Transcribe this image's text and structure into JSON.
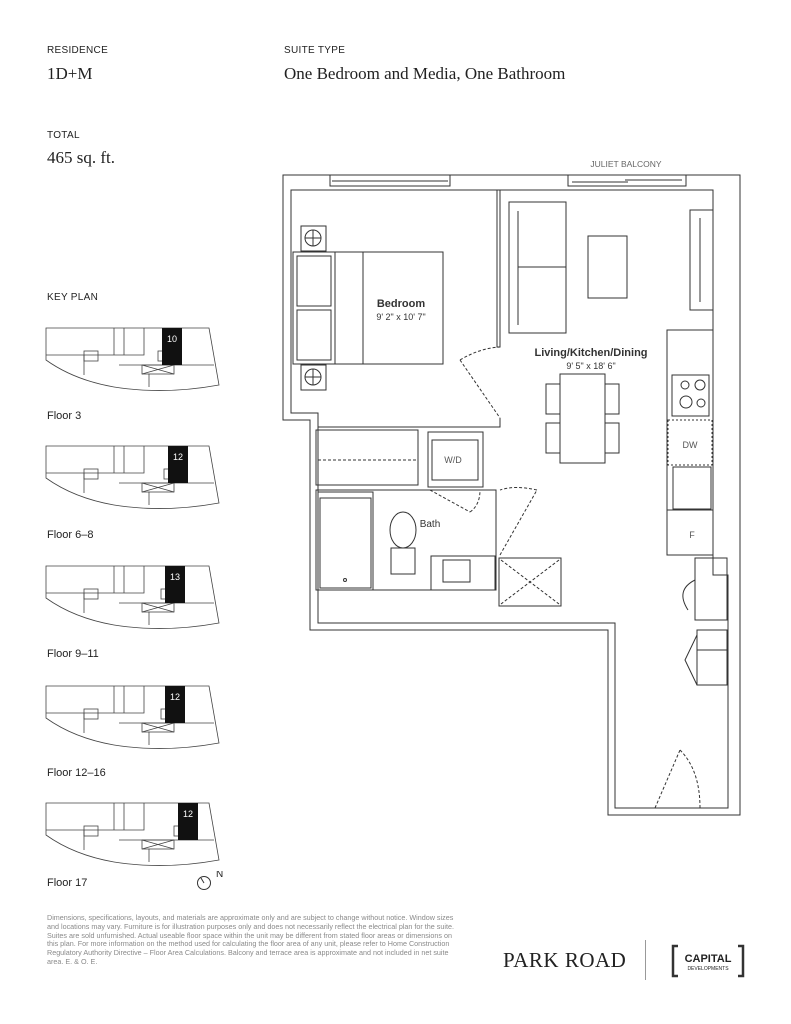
{
  "header": {
    "residence_label": "RESIDENCE",
    "residence_value": "1D+M",
    "suite_type_label": "SUITE TYPE",
    "suite_type_value": "One Bedroom and Media, One Bathroom",
    "total_label": "TOTAL",
    "total_value": "465 sq. ft."
  },
  "key_plan": {
    "title": "KEY PLAN",
    "floors": [
      {
        "label": "Floor 3",
        "unit": "10"
      },
      {
        "label": "Floor 6–8",
        "unit": "12"
      },
      {
        "label": "Floor 9–11",
        "unit": "13"
      },
      {
        "label": "Floor 12–16",
        "unit": "12"
      },
      {
        "label": "Floor 17",
        "unit": "12"
      }
    ],
    "north": "N"
  },
  "plan": {
    "juliet_balcony": "JULIET BALCONY",
    "bedroom": "Bedroom",
    "bedroom_dims": "9' 2\" x 10' 7\"",
    "living": "Living/Kitchen/Dining",
    "living_dims": "9' 5\" x 18' 6\"",
    "wd": "W/D",
    "bath": "Bath",
    "dw": "DW",
    "fridge": "F"
  },
  "footer": {
    "disclaimer": "Dimensions, specifications, layouts, and materials are approximate only and are subject to change without notice. Window sizes and locations may vary. Furniture is for illustration purposes only and does not necessarily reflect the electrical plan for the suite. Suites are sold unfurnished. Actual useable floor space within the unit may be different from stated floor areas or dimensions on this plan. For more information on the method used for calculating the floor area of any unit, please refer to Home Construction Regulatory Authority Directive – Floor Area Calculations. Balcony and terrace area is approximate and not included in net suite area. E. & O. E.",
    "brand": "PARK ROAD",
    "developer_line1": "CAPITAL",
    "developer_line2": "DEVELOPMENTS"
  }
}
